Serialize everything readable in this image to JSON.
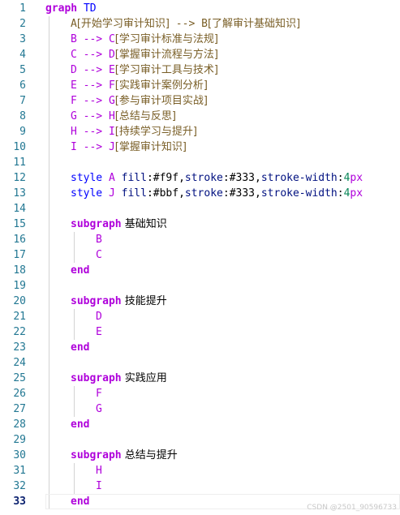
{
  "editor": {
    "active_line": 33,
    "lines": [
      {
        "n": "1",
        "tokens": [
          {
            "t": "graph",
            "c": "kw2"
          },
          {
            "t": " TD",
            "c": "kw"
          }
        ],
        "indent": 0
      },
      {
        "n": "2",
        "tokens": [
          {
            "t": "A",
            "c": "nodelbl"
          },
          {
            "t": "[开始学习审计知识]",
            "c": "nodelbl cjk"
          },
          {
            "t": " --> ",
            "c": "nodelbl"
          },
          {
            "t": "B",
            "c": "nodelbl"
          },
          {
            "t": "[了解审计基础知识]",
            "c": "nodelbl cjk"
          }
        ],
        "indent": 1
      },
      {
        "n": "3",
        "tokens": [
          {
            "t": "B",
            "c": "node"
          },
          {
            "t": " --> ",
            "c": "arrow"
          },
          {
            "t": "C",
            "c": "node"
          },
          {
            "t": "[学习审计标准与法规]",
            "c": "nodelbl cjk"
          }
        ],
        "indent": 1
      },
      {
        "n": "4",
        "tokens": [
          {
            "t": "C",
            "c": "node"
          },
          {
            "t": " --> ",
            "c": "arrow"
          },
          {
            "t": "D",
            "c": "node"
          },
          {
            "t": "[掌握审计流程与方法]",
            "c": "nodelbl cjk"
          }
        ],
        "indent": 1
      },
      {
        "n": "5",
        "tokens": [
          {
            "t": "D",
            "c": "node"
          },
          {
            "t": " --> ",
            "c": "arrow"
          },
          {
            "t": "E",
            "c": "node"
          },
          {
            "t": "[学习审计工具与技术]",
            "c": "nodelbl cjk"
          }
        ],
        "indent": 1
      },
      {
        "n": "6",
        "tokens": [
          {
            "t": "E",
            "c": "node"
          },
          {
            "t": " --> ",
            "c": "arrow"
          },
          {
            "t": "F",
            "c": "node"
          },
          {
            "t": "[实践审计案例分析]",
            "c": "nodelbl cjk"
          }
        ],
        "indent": 1
      },
      {
        "n": "7",
        "tokens": [
          {
            "t": "F",
            "c": "node"
          },
          {
            "t": " --> ",
            "c": "arrow"
          },
          {
            "t": "G",
            "c": "node"
          },
          {
            "t": "[参与审计项目实战]",
            "c": "nodelbl cjk"
          }
        ],
        "indent": 1
      },
      {
        "n": "8",
        "tokens": [
          {
            "t": "G",
            "c": "node"
          },
          {
            "t": " --> ",
            "c": "arrow"
          },
          {
            "t": "H",
            "c": "node"
          },
          {
            "t": "[总结与反思]",
            "c": "nodelbl cjk"
          }
        ],
        "indent": 1
      },
      {
        "n": "9",
        "tokens": [
          {
            "t": "H",
            "c": "node"
          },
          {
            "t": " --> ",
            "c": "arrow"
          },
          {
            "t": "I",
            "c": "node"
          },
          {
            "t": "[持续学习与提升]",
            "c": "nodelbl cjk"
          }
        ],
        "indent": 1
      },
      {
        "n": "10",
        "tokens": [
          {
            "t": "I",
            "c": "node"
          },
          {
            "t": " --> ",
            "c": "arrow"
          },
          {
            "t": "J",
            "c": "node"
          },
          {
            "t": "[掌握审计知识]",
            "c": "nodelbl cjk"
          }
        ],
        "indent": 1
      },
      {
        "n": "11",
        "tokens": [],
        "indent": 1
      },
      {
        "n": "12",
        "tokens": [
          {
            "t": "style",
            "c": "kw"
          },
          {
            "t": " A ",
            "c": "node"
          },
          {
            "t": "fill",
            "c": "prop"
          },
          {
            "t": ":#f9f,",
            "c": "hex"
          },
          {
            "t": "stroke",
            "c": "prop"
          },
          {
            "t": ":#333,",
            "c": "hex"
          },
          {
            "t": "stroke-width",
            "c": "prop"
          },
          {
            "t": ":",
            "c": "hex"
          },
          {
            "t": "4",
            "c": "num"
          },
          {
            "t": "px",
            "c": "node"
          }
        ],
        "indent": 1
      },
      {
        "n": "13",
        "tokens": [
          {
            "t": "style",
            "c": "kw"
          },
          {
            "t": " J ",
            "c": "node"
          },
          {
            "t": "fill",
            "c": "prop"
          },
          {
            "t": ":#bbf,",
            "c": "hex"
          },
          {
            "t": "stroke",
            "c": "prop"
          },
          {
            "t": ":#333,",
            "c": "hex"
          },
          {
            "t": "stroke-width",
            "c": "prop"
          },
          {
            "t": ":",
            "c": "hex"
          },
          {
            "t": "4",
            "c": "num"
          },
          {
            "t": "px",
            "c": "node"
          }
        ],
        "indent": 1
      },
      {
        "n": "14",
        "tokens": [],
        "indent": 1
      },
      {
        "n": "15",
        "tokens": [
          {
            "t": "subgraph",
            "c": "kw2"
          },
          {
            "t": " 基础知识",
            "c": "hex cjk"
          }
        ],
        "indent": 1
      },
      {
        "n": "16",
        "tokens": [
          {
            "t": "B",
            "c": "node"
          }
        ],
        "indent": 2
      },
      {
        "n": "17",
        "tokens": [
          {
            "t": "C",
            "c": "node"
          }
        ],
        "indent": 2
      },
      {
        "n": "18",
        "tokens": [
          {
            "t": "end",
            "c": "kw2"
          }
        ],
        "indent": 1
      },
      {
        "n": "19",
        "tokens": [],
        "indent": 1
      },
      {
        "n": "20",
        "tokens": [
          {
            "t": "subgraph",
            "c": "kw2"
          },
          {
            "t": " 技能提升",
            "c": "hex cjk"
          }
        ],
        "indent": 1
      },
      {
        "n": "21",
        "tokens": [
          {
            "t": "D",
            "c": "node"
          }
        ],
        "indent": 2
      },
      {
        "n": "22",
        "tokens": [
          {
            "t": "E",
            "c": "node"
          }
        ],
        "indent": 2
      },
      {
        "n": "23",
        "tokens": [
          {
            "t": "end",
            "c": "kw2"
          }
        ],
        "indent": 1
      },
      {
        "n": "24",
        "tokens": [],
        "indent": 1
      },
      {
        "n": "25",
        "tokens": [
          {
            "t": "subgraph",
            "c": "kw2"
          },
          {
            "t": " 实践应用",
            "c": "hex cjk"
          }
        ],
        "indent": 1
      },
      {
        "n": "26",
        "tokens": [
          {
            "t": "F",
            "c": "node"
          }
        ],
        "indent": 2
      },
      {
        "n": "27",
        "tokens": [
          {
            "t": "G",
            "c": "node"
          }
        ],
        "indent": 2
      },
      {
        "n": "28",
        "tokens": [
          {
            "t": "end",
            "c": "kw2"
          }
        ],
        "indent": 1
      },
      {
        "n": "29",
        "tokens": [],
        "indent": 1
      },
      {
        "n": "30",
        "tokens": [
          {
            "t": "subgraph",
            "c": "kw2"
          },
          {
            "t": " 总结与提升",
            "c": "hex cjk"
          }
        ],
        "indent": 1
      },
      {
        "n": "31",
        "tokens": [
          {
            "t": "H",
            "c": "node"
          }
        ],
        "indent": 2
      },
      {
        "n": "32",
        "tokens": [
          {
            "t": "I",
            "c": "node"
          }
        ],
        "indent": 2
      },
      {
        "n": "33",
        "tokens": [
          {
            "t": "end",
            "c": "kw2"
          }
        ],
        "indent": 1
      }
    ]
  },
  "watermark": "CSDN @2501_90596733"
}
